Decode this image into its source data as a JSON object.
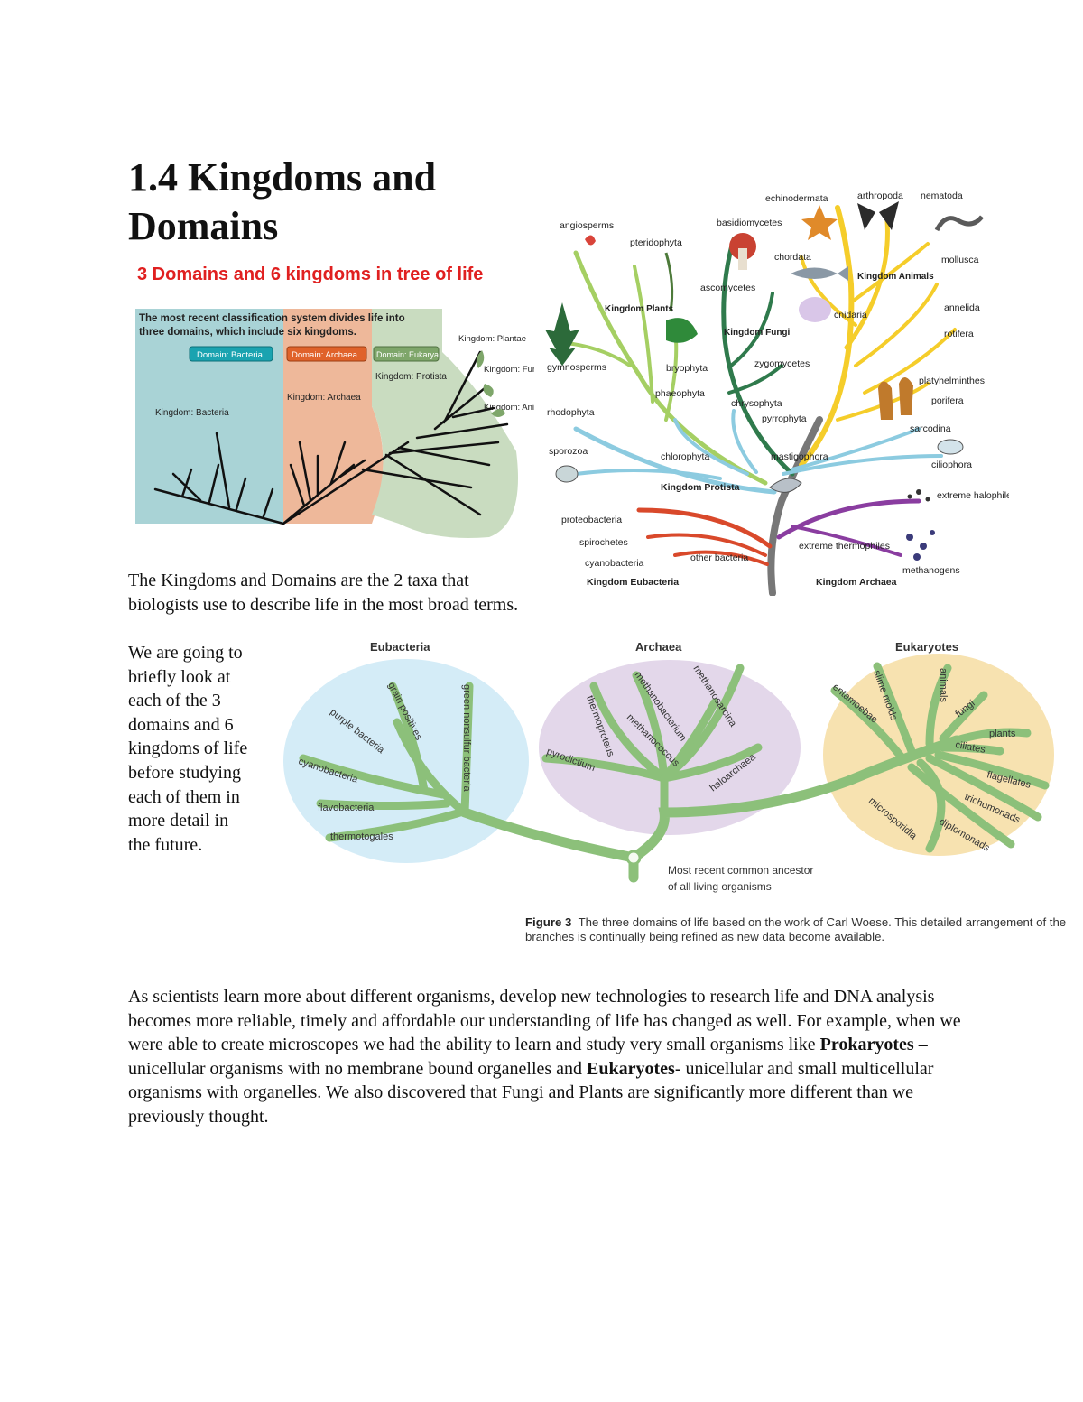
{
  "title": "1.4 Kingdoms and Domains",
  "intro": {
    "line_one": "The Kingdoms and Domains are the 2 taxa that biologists use to describe life in the most broad terms.",
    "line_two": "We are going to briefly look at each of the 3 domains and 6 kingdoms of life before studying each of them in more detail in the future."
  },
  "body": {
    "part_a": "As scientists learn more about different organisms, develop new technologies to research life and DNA analysis becomes more reliable, timely and affordable our understanding of life has changed as well. For example, when we were able to create microscopes we had the ability to learn and study very small organisms like ",
    "term_prokaryotes": "Prokaryotes",
    "part_b": " – unicellular organisms with no membrane bound organelles and ",
    "term_eukaryotes": "Eukaryotes",
    "part_c": "- unicellular and small multicellular organisms with organelles. We also discovered that Fungi and Plants are significantly more different than we previously thought."
  },
  "figure_left": {
    "heading": "3 Domains and 6 kingdoms in tree of life",
    "subtitle_line1": "The most recent classification system divides life into",
    "subtitle_line2": "three domains, which include six kingdoms.",
    "domain_bacteria": "Domain: Bacteria",
    "domain_archaea": "Domain: Archaea",
    "domain_eukarya": "Domain: Eukarya",
    "kingdom_bacteria": "Kingdom: Bacteria",
    "kingdom_archaea": "Kingdom: Archaea",
    "kingdom_protista": "Kingdom: Protista",
    "kingdom_plantae": "Kingdom: Plantae",
    "kingdom_fungi": "Kingdom: Fungi",
    "kingdom_animalia": "Kingdom: Animalia",
    "colors": {
      "bacteria": "#a9d3d6",
      "archaea": "#eeb89a",
      "eukarya": "#c9dcc0",
      "heading": "#e02020",
      "badge_bacteria": "#1aa3b0",
      "badge_archaea": "#e0622a",
      "badge_eukarya": "#7ea66a"
    }
  },
  "figure_right": {
    "labels": [
      "echinodermata",
      "arthropoda",
      "nematoda",
      "angiosperms",
      "pteridophyta",
      "basidiomycetes",
      "chordata",
      "mollusca",
      "ascomycetes",
      "annelida",
      "cnidaria",
      "rotifera",
      "gymnosperms",
      "bryophyta",
      "zygomycetes",
      "platyhelminthes",
      "phaeophyta",
      "chrysophyta",
      "pyrrophyta",
      "porifera",
      "rhodophyta",
      "sarcodina",
      "sporozoa",
      "chlorophyta",
      "mastigophora",
      "ciliophora",
      "extreme halophiles",
      "proteobacteria",
      "spirochetes",
      "other bacteria",
      "extreme thermophiles",
      "cyanobacteria",
      "methanogens"
    ],
    "kingdom_plants": "Kingdom Plants",
    "kingdom_fungi": "Kingdom Fungi",
    "kingdom_animals": "Kingdom Animals",
    "kingdom_protista": "Kingdom Protista",
    "kingdom_eubacteria": "Kingdom Eubacteria",
    "kingdom_archaea": "Kingdom Archaea"
  },
  "figure_bottom": {
    "group_eubacteria": "Eubacteria",
    "group_archaea": "Archaea",
    "group_eukaryotes": "Eukaryotes",
    "eubacteria_branches": [
      "grain positives",
      "purple bacteria",
      "green nonsulfur bacteria",
      "cyanobacteria",
      "flavobacteria",
      "thermotogales"
    ],
    "archaea_branches": [
      "methanobacterium",
      "methanosarcina",
      "thermoproteus",
      "methanococcus",
      "pyrodictium",
      "haloarchaea"
    ],
    "eukaryote_branches": [
      "slime molds",
      "animals",
      "entamoebae",
      "fungi",
      "plants",
      "ciliates",
      "flagellates",
      "trichomonads",
      "microsporidia",
      "diplomonads"
    ],
    "ancestor_line1": "Most recent common ancestor",
    "ancestor_line2": "of all living organisms",
    "caption_label": "Figure 3",
    "caption_text": "The three domains of life based on the work of Carl Woese. This detailed arrangement of the branches is continually being refined as new data become available.",
    "colors": {
      "eubacteria": "#d4ecf7",
      "archaea": "#e3d7ea",
      "eukaryotes": "#f7e2b0",
      "branch": "#8cc07a"
    }
  }
}
